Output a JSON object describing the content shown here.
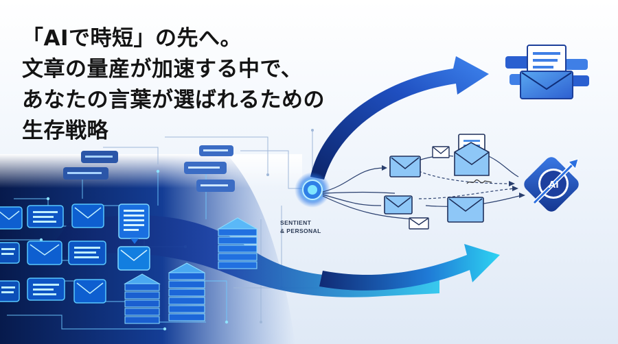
{
  "headline": {
    "line1": "「AIで時短」の先へ。",
    "line2": "文章の量産が加速する中で、",
    "line3": "あなたの言葉が選ばれるための",
    "line4": "生存戦略"
  },
  "hub_caption": {
    "line1": "SENTIENT",
    "line2": "& PERSONAL"
  },
  "ai_badge": {
    "label": "AI"
  },
  "colors": {
    "accent_dark": "#1f3f9e",
    "accent_cyan": "#2fc7ee",
    "glow": "#4fd5ff",
    "panel": "#0b2f7a"
  }
}
